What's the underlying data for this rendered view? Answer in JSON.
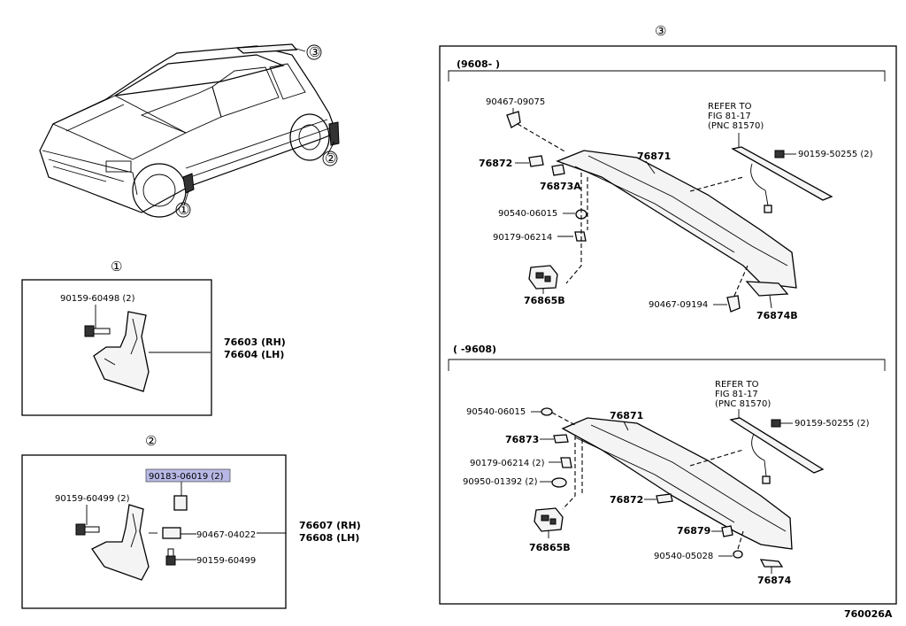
{
  "diagram": {
    "section_markers": {
      "s1": "①",
      "s2": "②",
      "s3": "③"
    },
    "car_callouts": [
      "③",
      "②",
      "①"
    ],
    "section1": {
      "bolt": "90159-60498 (2)",
      "part_rh": "76603 (RH)",
      "part_lh": "76604 (LH)"
    },
    "section2": {
      "highlight": "90183-06019 (2)",
      "bolt1": "90159-60499 (2)",
      "clip": "90467-04022",
      "bolt2": "90159-60499",
      "part_rh": "76607 (RH)",
      "part_lh": "76608 (LH)"
    },
    "section3_upper": {
      "range": "(9608-      )",
      "labels": {
        "a": "90467-09075",
        "b": "76872",
        "c": "76873A",
        "d": "76871",
        "e": "90540-06015",
        "f": "90179-06214",
        "g": "76865B",
        "h": "90467-09194",
        "i": "76874B",
        "j": "90159-50255 (2)"
      },
      "refer": [
        "REFER TO",
        "FIG 81-17",
        "(PNC 81570)"
      ]
    },
    "section3_lower": {
      "range": "(      -9608)",
      "labels": {
        "a": "90540-06015",
        "b": "76873",
        "c": "90179-06214 (2)",
        "d": "90950-01392 (2)",
        "e": "76865B",
        "f": "76871",
        "g": "76872",
        "h": "76879",
        "i": "90540-05028",
        "j": "76874",
        "k": "90159-50255 (2)"
      },
      "refer": [
        "REFER TO",
        "FIG 81-17",
        "(PNC 81570)"
      ]
    },
    "footer_code": "760026A"
  }
}
